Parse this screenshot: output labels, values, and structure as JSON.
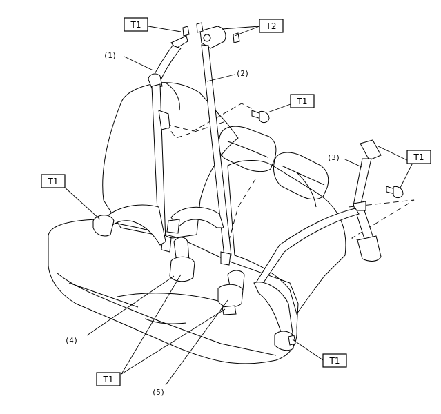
{
  "labels": {
    "torque_t1": "T1",
    "torque_t2": "T2",
    "callout_1": "(1)",
    "callout_2": "(2)",
    "callout_3": "(3)",
    "callout_4": "(4)",
    "callout_5": "(5)"
  }
}
